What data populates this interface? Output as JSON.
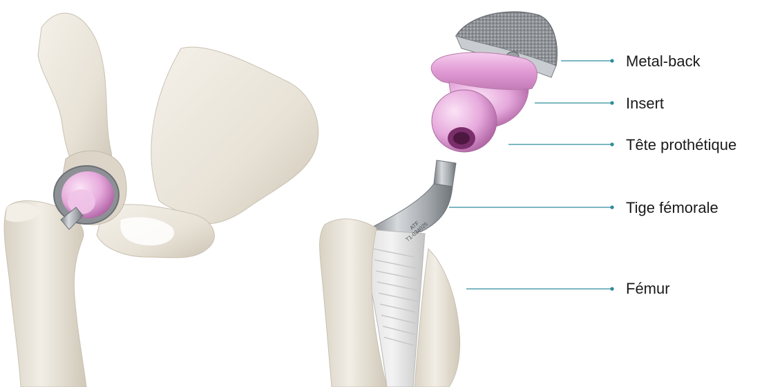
{
  "labels": {
    "metal_back": "Metal-back",
    "insert": "Insert",
    "tete": "Tête prothétique",
    "tige": "Tige fémorale",
    "femur": "Fémur"
  },
  "stem_engraving": {
    "line1": "ATF",
    "line2": "T1-034025"
  },
  "colors": {
    "bone": "#ece7dd",
    "bone_shadow": "#cfc8bb",
    "pink": "#e6a9dc",
    "metal": "#a9adb1",
    "leader": "#2e8c9a"
  }
}
